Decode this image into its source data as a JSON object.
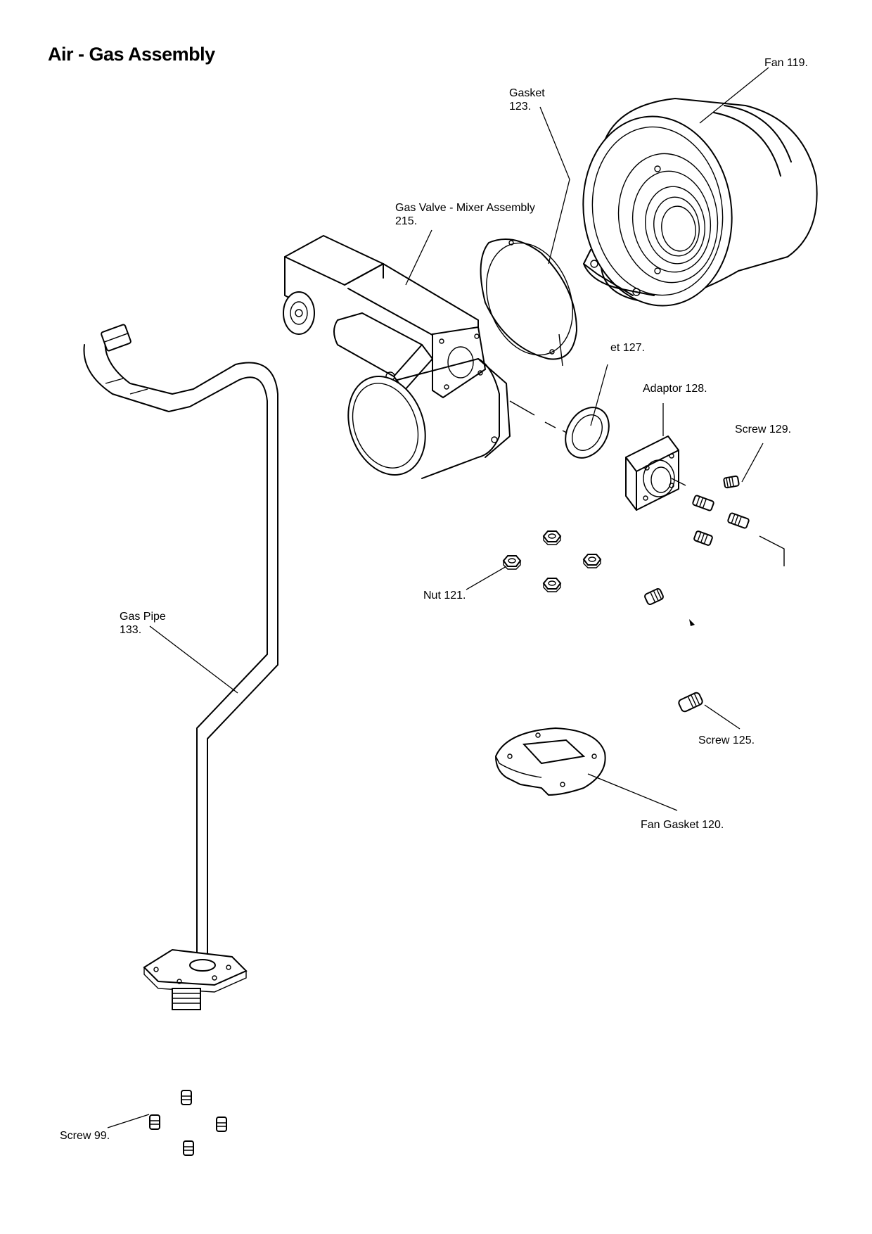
{
  "title": "Air - Gas Assembly",
  "callouts": {
    "fan": {
      "line1": "Fan 119."
    },
    "gasket": {
      "line1": "Gasket",
      "line2": "123."
    },
    "valve": {
      "line1": "Gas Valve - Mixer Assembly",
      "line2": "215."
    },
    "gasket127": {
      "line1": "et 127."
    },
    "adaptor": {
      "line1": "Adaptor 128."
    },
    "screw129": {
      "line1": "Screw 129."
    },
    "nut": {
      "line1": "Nut 121."
    },
    "pipe": {
      "line1": "Gas Pipe",
      "line2": "133."
    },
    "screw125": {
      "line1": "Screw 125."
    },
    "fangasket": {
      "line1": "Fan Gasket 120."
    },
    "screw99": {
      "line1": "Screw 99."
    }
  }
}
